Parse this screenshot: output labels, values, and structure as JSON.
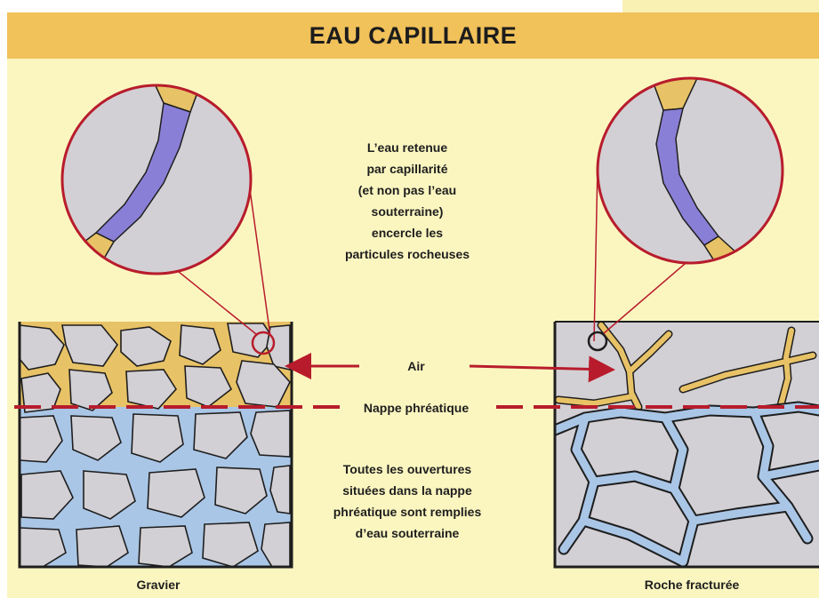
{
  "header": {
    "title": "EAU CAPILLAIRE"
  },
  "annotations": {
    "capillary_water": [
      "L’eau retenue",
      "par capillarité",
      "(et non pas l’eau",
      "souterraine)",
      "encercle les",
      "particules rocheuses"
    ],
    "air": "Air",
    "water_table": "Nappe phréatique",
    "saturated_zone": [
      "Toutes les ouvertures",
      "situées dans la nappe",
      "phréatique sont remplies",
      "d’eau souterraine"
    ]
  },
  "panels": {
    "left_caption": "Gravier",
    "right_caption": "Roche fracturée"
  },
  "colors": {
    "header_bg": "#f1c15a",
    "canvas_bg": "#fbf6c0",
    "rock": "#d2d0d4",
    "groundwater": "#aac6e6",
    "capillary_water": "#e8c266",
    "retained_water": "#8a7fd6",
    "red": "#b81c2c",
    "outline": "#1e1e1e"
  }
}
